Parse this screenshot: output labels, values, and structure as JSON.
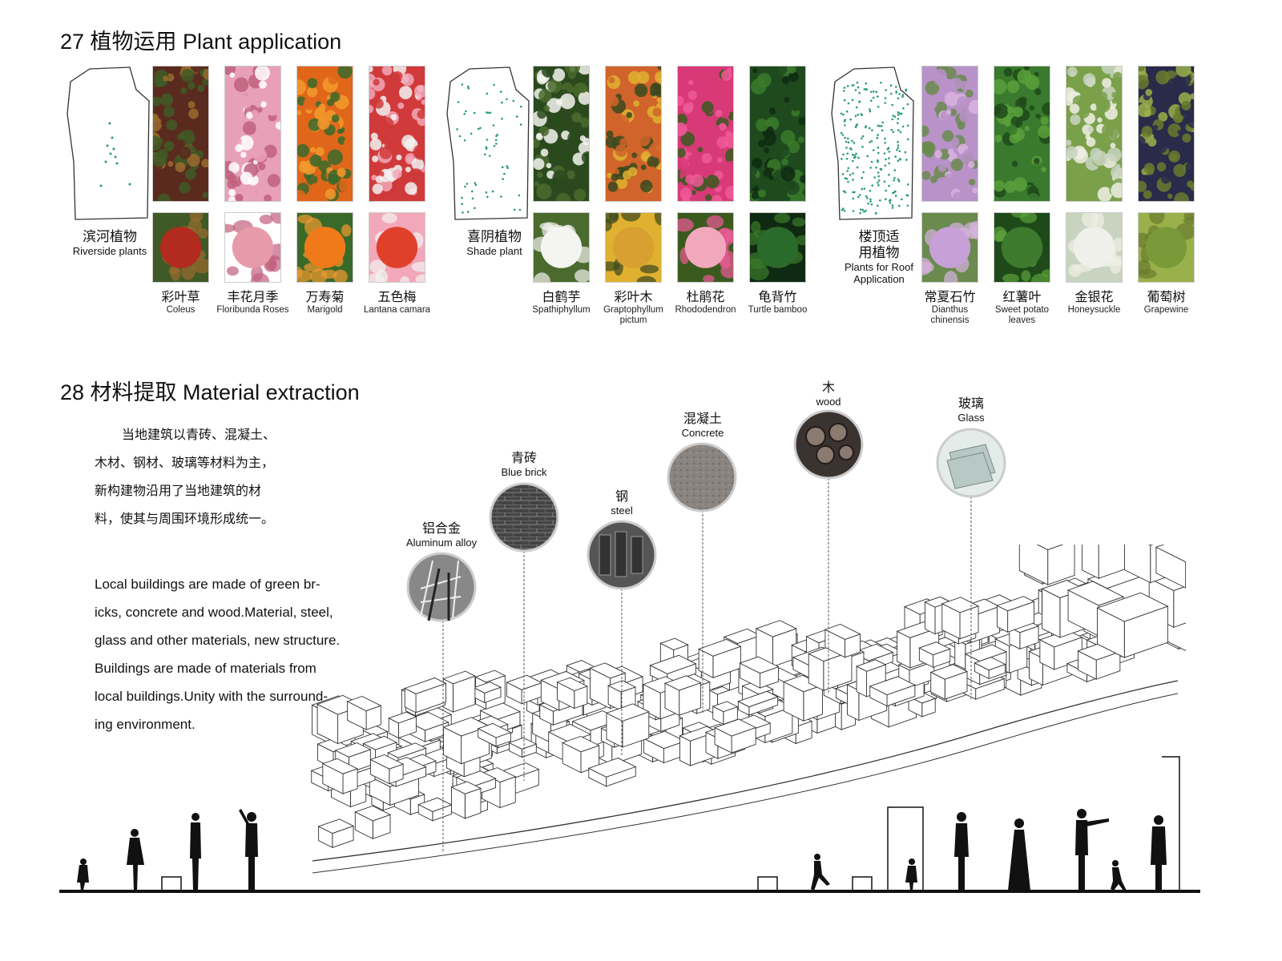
{
  "section27": {
    "title": "27 植物运用 Plant application"
  },
  "groups": [
    {
      "cn": "滨河植物",
      "en": "Riverside plants",
      "plants": [
        {
          "cn": "彩叶草",
          "en": "Coleus",
          "colors": [
            "#5b2a1e",
            "#9a6b2e",
            "#3f5a26"
          ]
        },
        {
          "cn": "丰花月季",
          "en": "Floribunda Roses",
          "colors": [
            "#e8a0b8",
            "#c0607e",
            "#ffffff"
          ]
        },
        {
          "cn": "万寿菊",
          "en": "Marigold",
          "colors": [
            "#e0661a",
            "#f29a2e",
            "#3a6a2a"
          ]
        },
        {
          "cn": "五色梅",
          "en": "Lantana camara",
          "colors": [
            "#d03a3a",
            "#f2f2f2",
            "#f2a8b8"
          ]
        }
      ],
      "closeups": [
        "#b32a1e",
        "#e69aaa",
        "#f07a1a",
        "#e0402a"
      ]
    },
    {
      "cn": "喜阴植物",
      "en": "Shade plant",
      "plants": [
        {
          "cn": "白鹤芋",
          "en": "Spathiphyllum",
          "colors": [
            "#2a4a1e",
            "#f4f4f0",
            "#4a6a2e"
          ]
        },
        {
          "cn": "彩叶木",
          "en": "Graptophyllum pictum",
          "colors": [
            "#d0642a",
            "#3a4a1e",
            "#e0b030"
          ]
        },
        {
          "cn": "杜鹃花",
          "en": "Rhododendron",
          "colors": [
            "#d83a78",
            "#ee5a98",
            "#3a5a1e"
          ]
        },
        {
          "cn": "龟背竹",
          "en": "Turtle bamboo",
          "colors": [
            "#1e4a1e",
            "#3a7a2a",
            "#0f2a12"
          ]
        }
      ],
      "closeups": [
        "#f4f4f0",
        "#d8a030",
        "#f2a8bc",
        "#2a6a2a"
      ]
    },
    {
      "cn": "楼顶适用植物",
      "en": "Plants for Roof Application",
      "plants": [
        {
          "cn": "常夏石竹",
          "en": "Dianthus chinensis",
          "colors": [
            "#b892c8",
            "#d8b4e0",
            "#6a8a4e"
          ]
        },
        {
          "cn": "红薯叶",
          "en": "Sweet potato leaves",
          "colors": [
            "#3a7a2e",
            "#5aa03a",
            "#1e4a1a"
          ]
        },
        {
          "cn": "金银花",
          "en": "Honeysuckle",
          "colors": [
            "#7aa04a",
            "#f0f0e4",
            "#c8d4c0"
          ]
        },
        {
          "cn": "葡萄树",
          "en": "Grapewine",
          "colors": [
            "#2a2a4a",
            "#6a7a2e",
            "#9ab04a"
          ]
        }
      ],
      "closeups": [
        "#c8a0d8",
        "#3e7a2e",
        "#f0f0ea",
        "#7a9a3a"
      ]
    }
  ],
  "section28": {
    "title": "28 材料提取 Material extraction",
    "text_cn": [
      "当地建筑以青砖、混凝土、",
      "木材、钢材、玻璃等材料为主，",
      "新构建物沿用了当地建筑的材",
      "料，使其与周围环境形成统一。"
    ],
    "text_en": [
      "Local buildings are made of green br-",
      "icks, concrete and wood.Material, steel,",
      "glass and other materials, new structure.",
      "Buildings are made of materials from",
      "local buildings.Unity with the surround-",
      "ing environment."
    ]
  },
  "materials": [
    {
      "cn": "铝合金",
      "en": "Aluminum alloy",
      "icon": "aluminum-frame-icon"
    },
    {
      "cn": "青砖",
      "en": "Blue brick",
      "icon": "brick-wall-icon"
    },
    {
      "cn": "钢",
      "en": "steel",
      "icon": "steel-beams-icon"
    },
    {
      "cn": "混凝土",
      "en": "Concrete",
      "icon": "concrete-texture-icon"
    },
    {
      "cn": "木",
      "en": "wood",
      "icon": "wood-logs-icon"
    },
    {
      "cn": "玻璃",
      "en": "Glass",
      "icon": "glass-panes-icon"
    }
  ]
}
